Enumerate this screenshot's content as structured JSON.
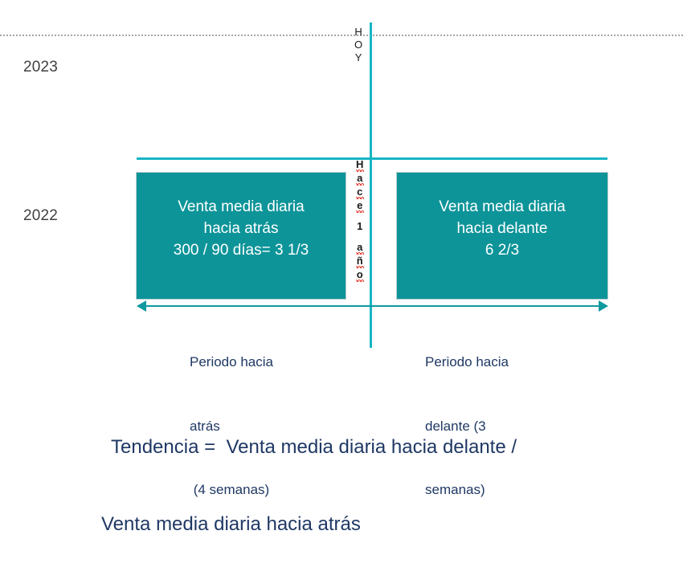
{
  "timeline": {
    "year_past_label": "2022",
    "year_present_label": "2023",
    "today_marker": {
      "text": "HOY",
      "letters": [
        "H",
        "O",
        "Y"
      ]
    },
    "one_year_ago_marker": {
      "text": "Hace 1 año",
      "letters": [
        "H",
        "a",
        "c",
        "e",
        " ",
        "1",
        " ",
        "a",
        "ñ",
        "o"
      ]
    }
  },
  "boxes": {
    "backward": {
      "line1": "Venta media diaria",
      "line2": "hacia atrás",
      "line3": "300 / 90 días= 3 1/3"
    },
    "forward": {
      "line1": "Venta media diaria",
      "line2": "hacia delante",
      "line3": "6 2/3"
    }
  },
  "periods": {
    "backward": {
      "line1": "Periodo hacia",
      "line2": "atrás",
      "line3": " (4 semanas)"
    },
    "forward": {
      "line1": "Periodo hacia",
      "line2": "delante (3",
      "line3": "semanas)"
    }
  },
  "formula": {
    "line1": "Tendencia =  Venta media diaria hacia delante /",
    "line2": "Venta media diaria hacia atrás"
  },
  "colors": {
    "box_fill": "#0d9499",
    "axis_teal": "#18b5c4",
    "arrow_teal": "#0f9aa0",
    "navy_text": "#1f3864",
    "year_text": "#404040",
    "dotted_gray": "#a6a6a6",
    "spellcheck_red": "#e8463c"
  }
}
